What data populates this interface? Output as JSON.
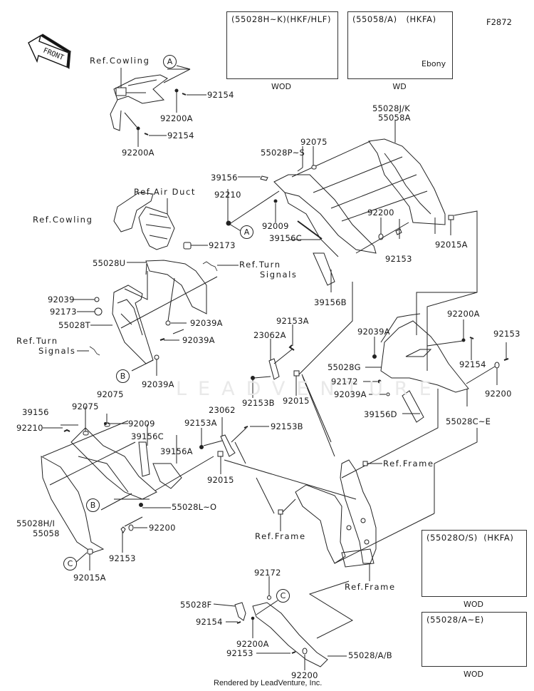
{
  "figure_id": "F2872",
  "front_arrow": "FRONT",
  "watermark": "LEADVENTURE",
  "footer": "Rendered by LeadVenture, Inc.",
  "callouts": {
    "a": "A",
    "b": "B",
    "c": "C"
  },
  "inset_boxes": [
    {
      "caption": "(55028H~K)(HKF/HLF)",
      "under": "WOD"
    },
    {
      "caption": "(55058/A)   (HKFA)",
      "note": "Ebony",
      "under": "WD"
    },
    {
      "caption": "(55028O/S)  (HKFA)",
      "under": "WOD"
    },
    {
      "caption": "(55028/A~E)",
      "under": "WOD"
    }
  ],
  "references": {
    "cowling_top": "Ref.Cowling",
    "cowling_mid": "Ref.Cowling",
    "air_duct": "Ref.Air Duct",
    "turn_signals_right_1": "Ref.Turn",
    "turn_signals_right_2": "Signals",
    "turn_signals_left_1": "Ref.Turn",
    "turn_signals_left_2": "Signals",
    "frame_upper": "Ref.Frame",
    "frame_mid": "Ref.Frame",
    "frame_lower": "Ref.Frame"
  },
  "parts": {
    "p92154_top": "92154",
    "p92200A_top": "92200A",
    "p92154_top2": "92154",
    "p92200A_top2": "92200A",
    "p55028JK": "55028J/K",
    "p55058A": "55058A",
    "p92075_top": "92075",
    "p55028PS": "55028P~S",
    "p39156_top": "39156",
    "p92210_top": "92210",
    "p92009_top": "92009",
    "p39156C_top": "39156C",
    "p92200_top": "92200",
    "p92153_top": "92153",
    "p92015A_top": "92015A",
    "p39156B": "39156B",
    "p92173_a": "92173",
    "p55028U": "55028U",
    "p92039": "92039",
    "p92173_b": "92173",
    "p55028T": "55028T",
    "p92039A_1": "92039A",
    "p92039A_2": "92039A",
    "p92039A_3": "92039A",
    "p92153A_a": "92153A",
    "p23062A": "23062A",
    "p92153B_a": "92153B",
    "p92015_a": "92015",
    "p92039A_4": "92039A",
    "p55028G": "55028G",
    "p92172_a": "92172",
    "p92039A_5": "92039A",
    "p92200A_r": "92200A",
    "p92154_r": "92154",
    "p92153_r": "92153",
    "p92200_r": "92200",
    "p39156D": "39156D",
    "p55028CE": "55028C~E",
    "p92075_b1": "92075",
    "p92075_b2": "92075",
    "p39156_b": "39156",
    "p92009_b": "92009",
    "p92210_b": "92210",
    "p39156C_b": "39156C",
    "p39156A": "39156A",
    "p92153A_b": "92153A",
    "p23062": "23062",
    "p92153B_b": "92153B",
    "p92015_b": "92015",
    "p55028LO": "55028L~O",
    "p55028HI": "55028H/I",
    "p55058": "55058",
    "p92200_b": "92200",
    "p92153_b": "92153",
    "p92015A_b": "92015A",
    "p92172_b": "92172",
    "p55028F": "55028F",
    "p92154_b": "92154",
    "p92200A_b": "92200A",
    "p92153_c": "92153",
    "p55028AB": "55028/A/B",
    "p92200_c": "92200"
  }
}
